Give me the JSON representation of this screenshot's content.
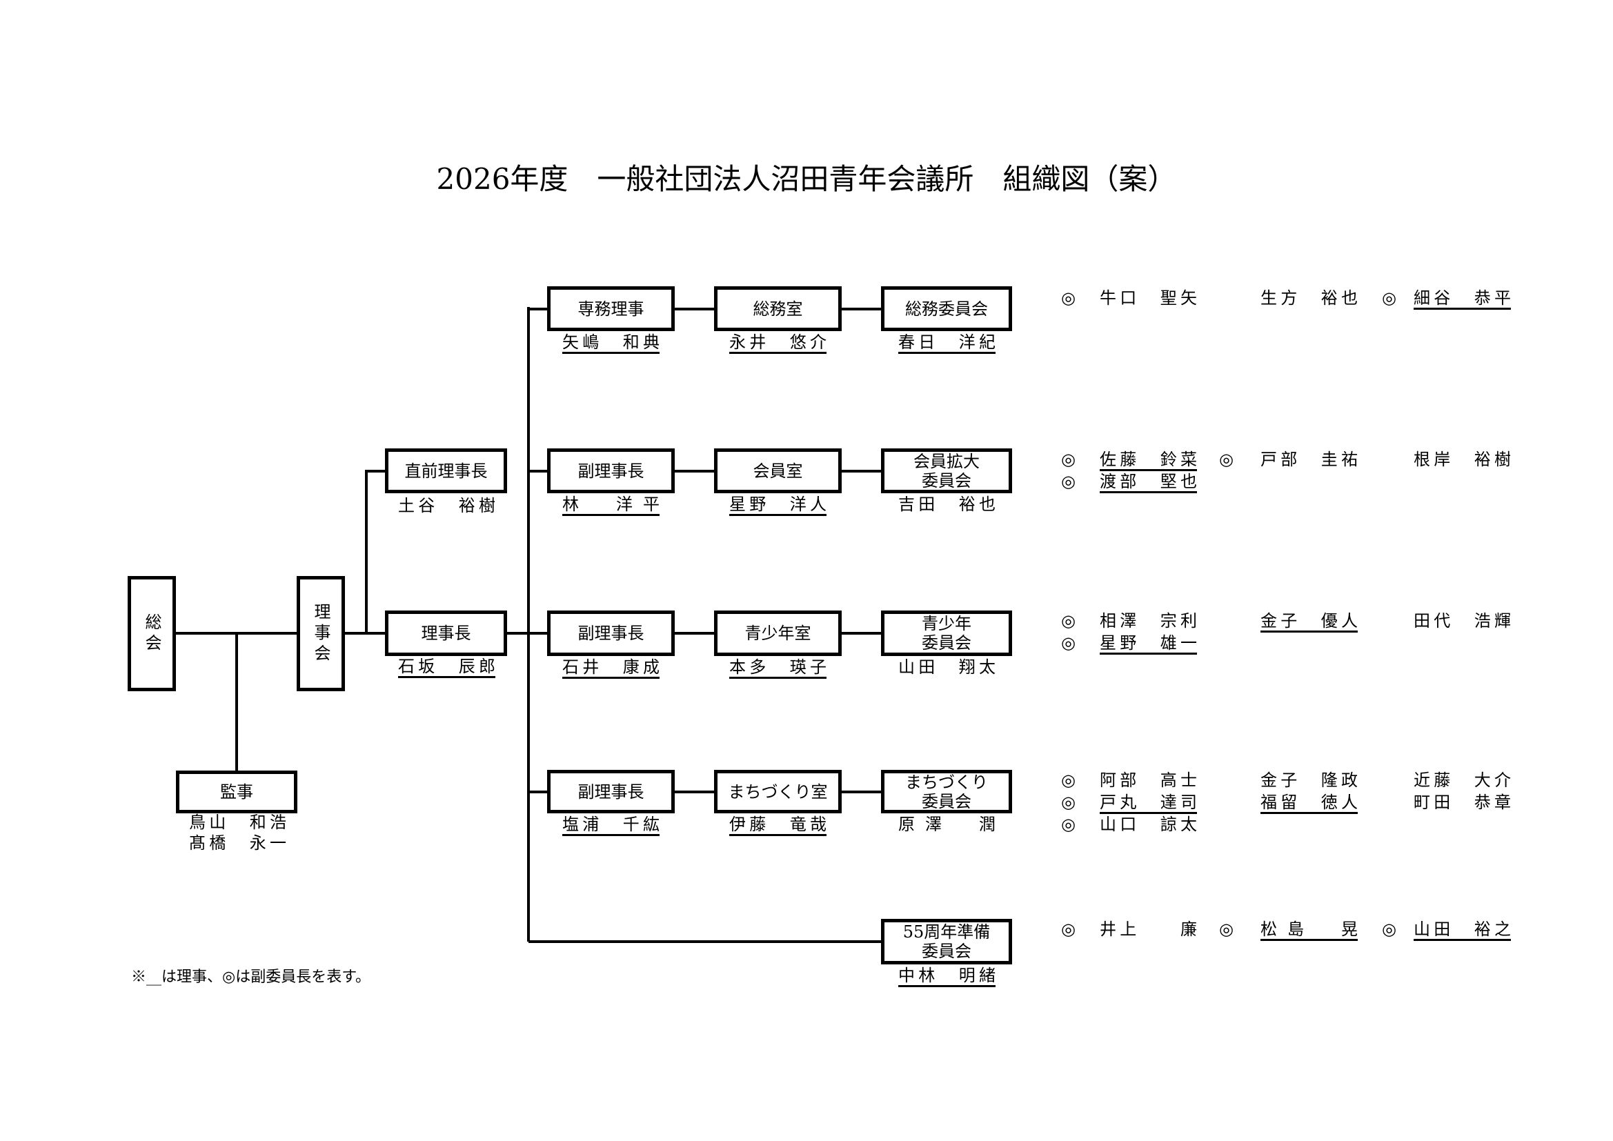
{
  "title": "2026年度　一般社団法人沼田青年会議所　組織図（案）",
  "footnote": "※__は理事、◎は副委員長を表す。",
  "mark_symbol": "◎",
  "left": {
    "general_assembly": "総会",
    "board": "理事会",
    "auditor": {
      "label": "監事",
      "names": [
        "鳥山　和浩",
        "髙橋　永一"
      ]
    },
    "past_president": {
      "label": "直前理事長",
      "name": "土谷　裕樹",
      "director": false
    },
    "president": {
      "label": "理事長",
      "name": "石坂　辰郎",
      "director": true
    }
  },
  "rows": [
    {
      "officer": {
        "label": "専務理事",
        "name": "矢嶋　和典",
        "director": true
      },
      "office": {
        "label": "総務室",
        "name": "永井　悠介",
        "director": true
      },
      "committee": {
        "label": "総務委員会",
        "name": "春日　洋紀",
        "director": true
      },
      "members": [
        [
          {
            "mark": true,
            "name": "牛口　聖矢",
            "director": false
          },
          {
            "mark": false,
            "name": "生方　裕也",
            "director": false
          },
          {
            "mark": true,
            "name": "細谷　恭平",
            "director": true
          }
        ]
      ]
    },
    {
      "officer": {
        "label": "副理事長",
        "name": "林　洋平",
        "director": true
      },
      "office": {
        "label": "会員室",
        "name": "星野　洋人",
        "director": true
      },
      "committee": {
        "label": "会員拡大\n委員会",
        "name": "吉田　裕也",
        "director": false
      },
      "members": [
        [
          {
            "mark": true,
            "name": "佐藤　鈴菜",
            "director": true
          },
          {
            "mark": true,
            "name": "戸部　圭祐",
            "director": false
          },
          {
            "mark": false,
            "name": "根岸　裕樹",
            "director": false
          }
        ],
        [
          {
            "mark": true,
            "name": "渡部　堅也",
            "director": true
          }
        ]
      ]
    },
    {
      "officer": {
        "label": "副理事長",
        "name": "石井　康成",
        "director": true
      },
      "office": {
        "label": "青少年室",
        "name": "本多　瑛子",
        "director": true
      },
      "committee": {
        "label": "青少年\n委員会",
        "name": "山田　翔太",
        "director": false
      },
      "members": [
        [
          {
            "mark": true,
            "name": "相澤　宗利",
            "director": false
          },
          {
            "mark": false,
            "name": "金子　優人",
            "director": true
          },
          {
            "mark": false,
            "name": "田代　浩輝",
            "director": false
          }
        ],
        [
          {
            "mark": true,
            "name": "星野　雄一",
            "director": true
          }
        ]
      ]
    },
    {
      "officer": {
        "label": "副理事長",
        "name": "塩浦　千紘",
        "director": true
      },
      "office": {
        "label": "まちづくり室",
        "name": "伊藤　竜哉",
        "director": true
      },
      "committee": {
        "label": "まちづくり\n委員会",
        "name": "原澤　潤",
        "director": false
      },
      "members": [
        [
          {
            "mark": true,
            "name": "阿部　高士",
            "director": false
          },
          {
            "mark": false,
            "name": "金子　隆政",
            "director": false
          },
          {
            "mark": false,
            "name": "近藤　大介",
            "director": false
          }
        ],
        [
          {
            "mark": true,
            "name": "戸丸　達司",
            "director": true
          },
          {
            "mark": false,
            "name": "福留　徳人",
            "director": true
          },
          {
            "mark": false,
            "name": "町田　恭章",
            "director": false
          }
        ],
        [
          {
            "mark": true,
            "name": "山口　諒太",
            "director": false
          }
        ]
      ]
    },
    {
      "committee": {
        "label": "55周年準備\n委員会",
        "name": "中林　明緒",
        "director": true
      },
      "members": [
        [
          {
            "mark": true,
            "name": "井上　　廉",
            "director": false
          },
          {
            "mark": true,
            "name": "松島　晃",
            "director": true
          },
          {
            "mark": true,
            "name": "山田　裕之",
            "director": true
          }
        ]
      ]
    }
  ]
}
